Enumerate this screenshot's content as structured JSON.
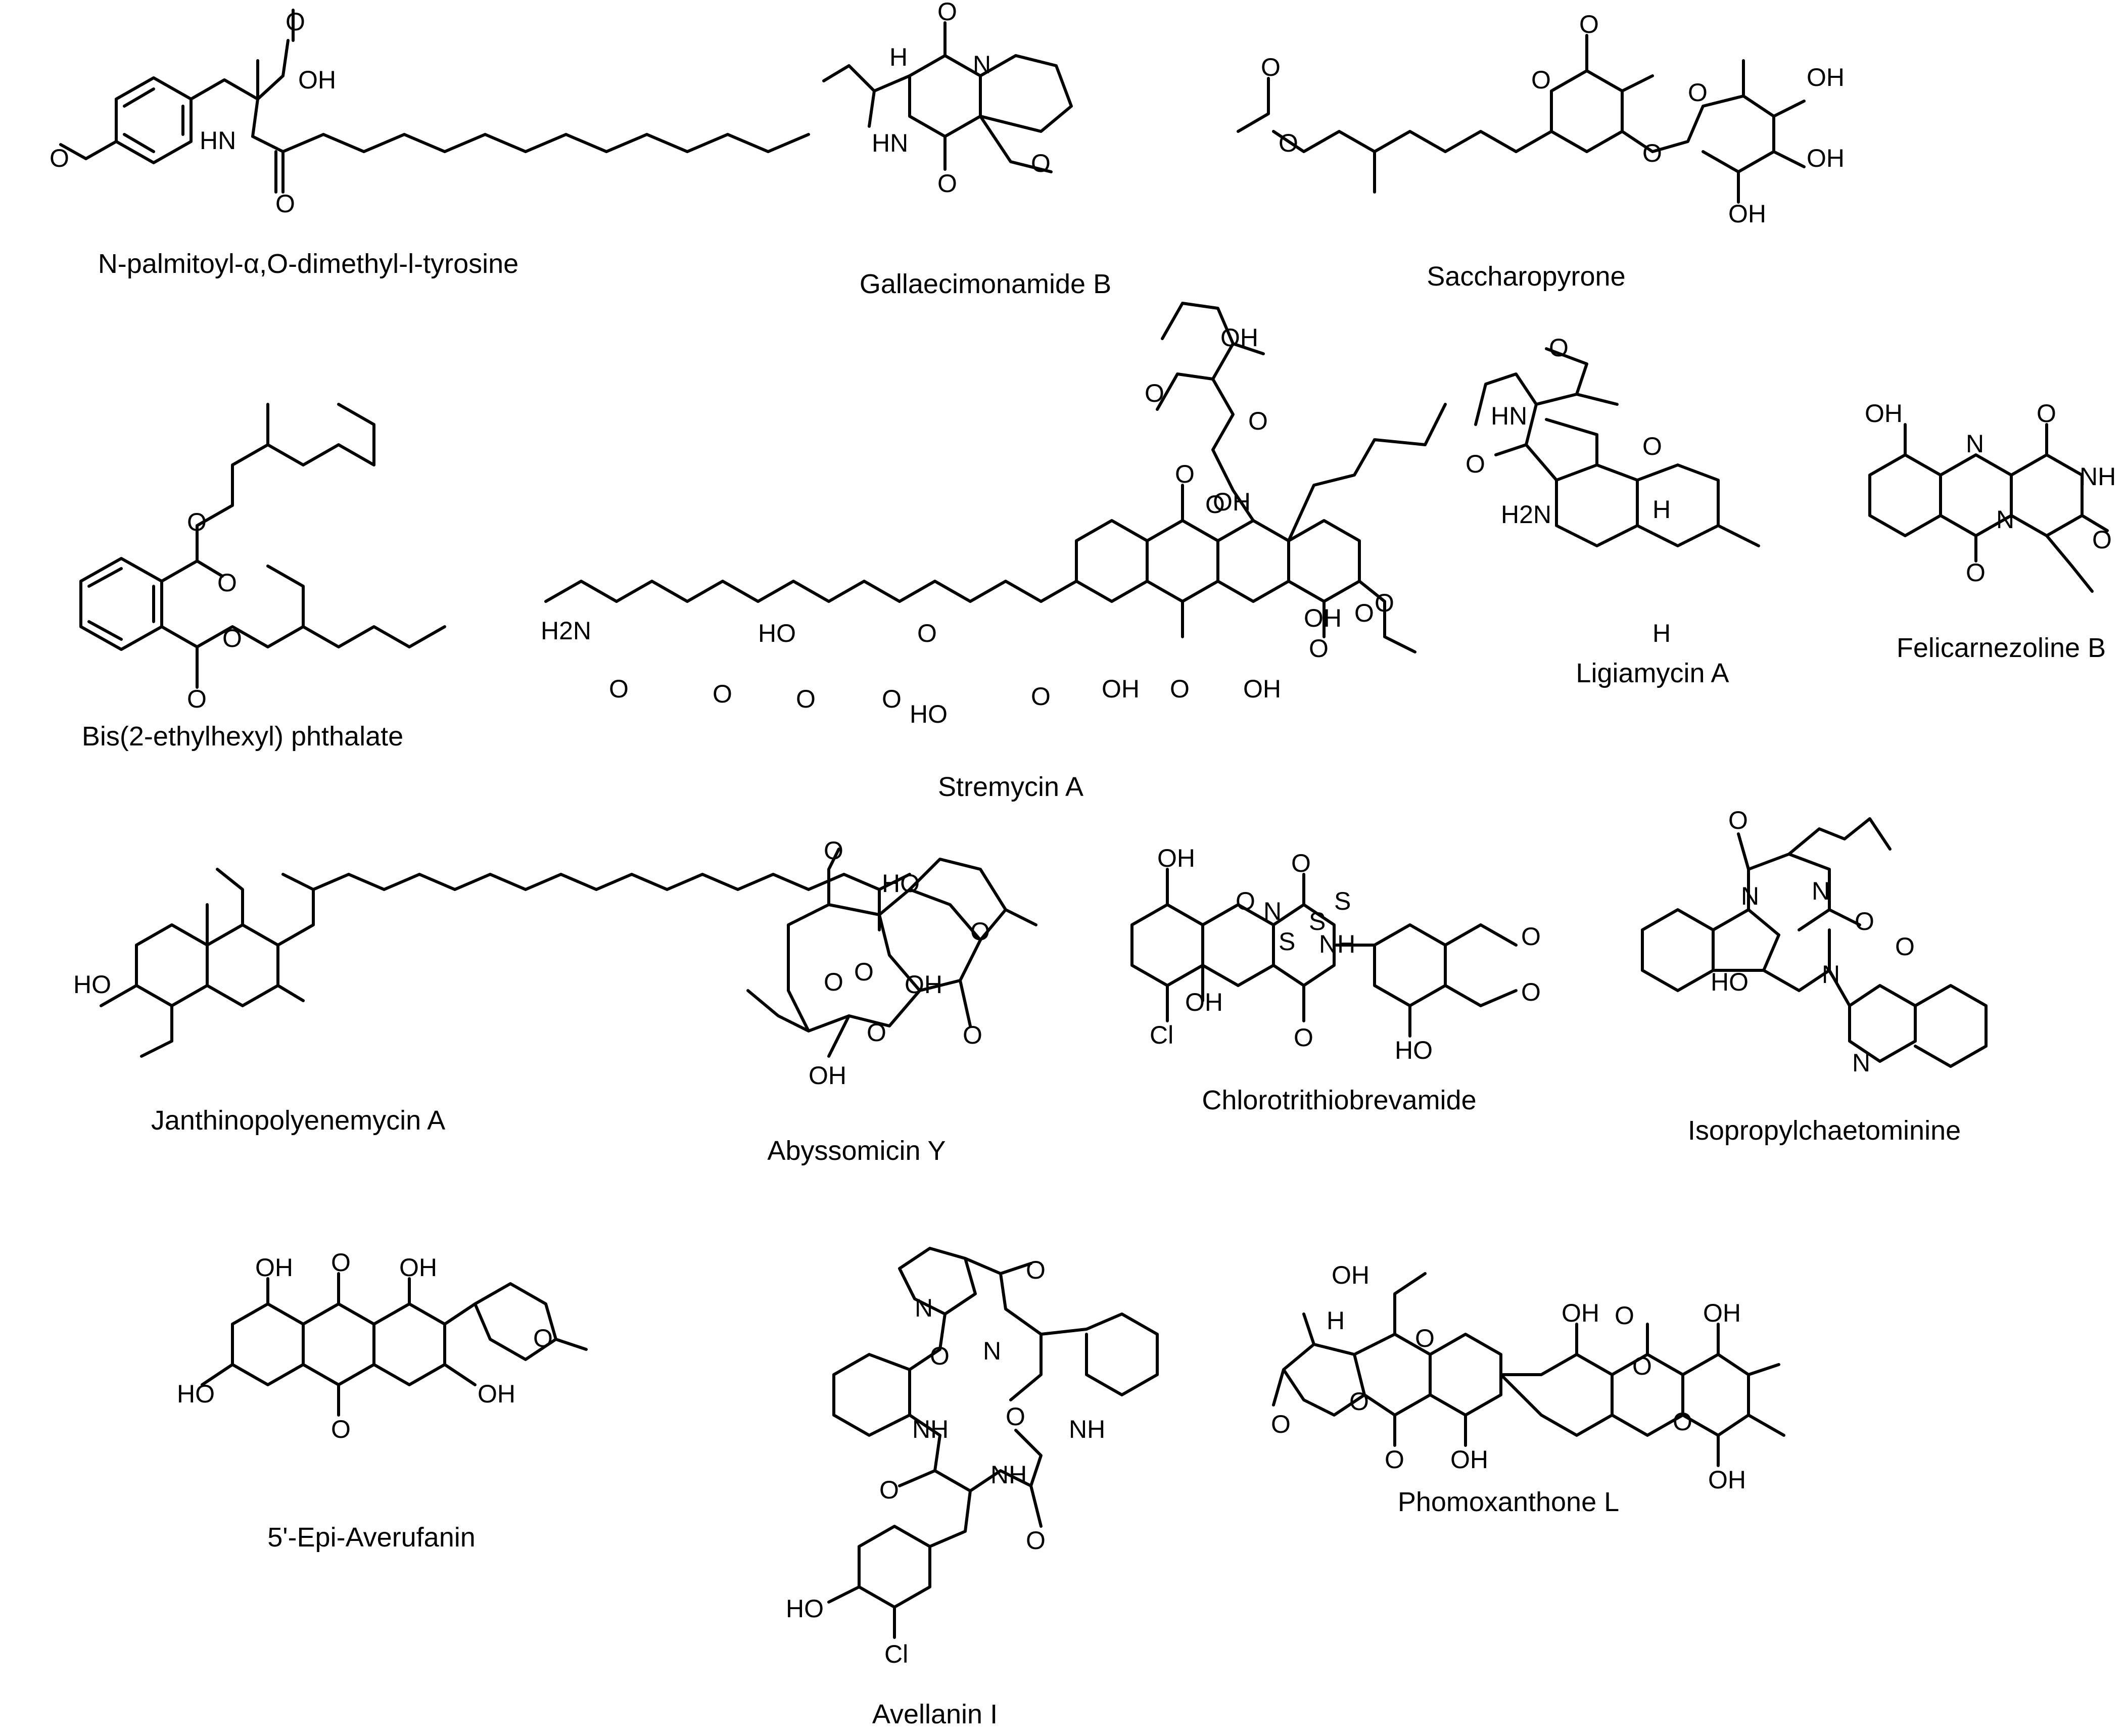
{
  "figure": {
    "compounds": [
      {
        "name": "N-palmitoyl-α,O-dimethyl-l-tyrosine",
        "atoms": [
          "O",
          "OH",
          "HN",
          "O",
          "O"
        ]
      },
      {
        "name": "Gallaecimonamide B",
        "atoms": [
          "H",
          "O",
          "N",
          "HN",
          "O",
          "O"
        ]
      },
      {
        "name": "Saccharopyrone",
        "atoms": [
          "O",
          "O",
          "O",
          "O",
          "O",
          "O",
          "OH",
          "OH",
          "OH"
        ]
      },
      {
        "name": "Bis(2-ethylhexyl) phthalate",
        "atoms": [
          "O",
          "O",
          "O",
          "O"
        ]
      },
      {
        "name": "Stremycin A",
        "atoms": [
          "OH",
          "O",
          "O",
          "O",
          "O",
          "OH",
          "OH",
          "O",
          "H2N",
          "O",
          "HO",
          "O",
          "O",
          "O",
          "O",
          "HO",
          "O",
          "OH",
          "O",
          "OH",
          "O",
          "O"
        ]
      },
      {
        "name": "Ligiamycin A",
        "atoms": [
          "O",
          "HN",
          "O",
          "O",
          "H2N",
          "H",
          "H"
        ]
      },
      {
        "name": "Felicarnezoline B",
        "atoms": [
          "OH",
          "N",
          "O",
          "NH",
          "N",
          "O",
          "O"
        ]
      },
      {
        "name": "Janthinopolyenemycin A",
        "atoms": [
          "HO",
          "OH",
          "O"
        ]
      },
      {
        "name": "Abyssomicin Y",
        "atoms": [
          "O",
          "HO",
          "O",
          "O",
          "O",
          "O",
          "OH"
        ]
      },
      {
        "name": "Chlorotrithiobrevamide",
        "atoms": [
          "OH",
          "O",
          "O",
          "N",
          "S",
          "S",
          "S",
          "NH",
          "OH",
          "Cl",
          "O",
          "O",
          "O",
          "HO"
        ]
      },
      {
        "name": "Isopropylchaetominine",
        "atoms": [
          "O",
          "N",
          "N",
          "O",
          "O",
          "HO",
          "N",
          "N"
        ]
      },
      {
        "name": "5'-Epi-Averufanin",
        "atoms": [
          "OH",
          "O",
          "OH",
          "O",
          "HO",
          "OH",
          "O"
        ]
      },
      {
        "name": "Avellanin I",
        "atoms": [
          "N",
          "O",
          "O",
          "N",
          "NH",
          "O",
          "NH",
          "O",
          "NH",
          "O",
          "HO",
          "Cl"
        ]
      },
      {
        "name": "Phomoxanthone L",
        "atoms": [
          "OH",
          "H",
          "O",
          "O",
          "O",
          "O",
          "OH",
          "O",
          "OH",
          "OH",
          "O",
          "O",
          "OH"
        ]
      }
    ]
  }
}
